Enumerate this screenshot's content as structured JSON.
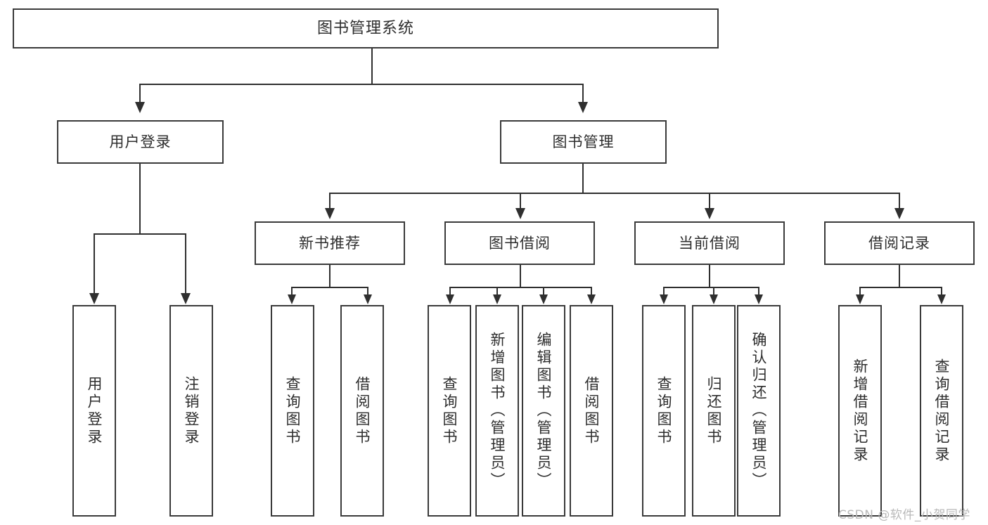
{
  "diagram": {
    "title": "图书管理系统",
    "type": "hierarchy-tree",
    "orientation": "top-down",
    "colors": {
      "box_border": "#3a3a3a",
      "connector": "#2f2f2f",
      "text": "#2d2d2d",
      "background": "#ffffff",
      "watermark": "#b9b9b9"
    },
    "levels": 4
  },
  "root": {
    "label": "图书管理系统"
  },
  "level2": [
    {
      "id": "user-login",
      "label": "用户登录"
    },
    {
      "id": "book-manage",
      "label": "图书管理"
    }
  ],
  "level3": [
    {
      "id": "new-book-recommend",
      "label": "新书推荐",
      "parent": "book-manage"
    },
    {
      "id": "book-borrow",
      "label": "图书借阅",
      "parent": "book-manage"
    },
    {
      "id": "current-borrow",
      "label": "当前借阅",
      "parent": "book-manage"
    },
    {
      "id": "borrow-record",
      "label": "借阅记录",
      "parent": "book-manage"
    }
  ],
  "leaves": {
    "user_login": [
      {
        "id": "leaf-user-login",
        "label": "用户登录"
      },
      {
        "id": "leaf-user-logout",
        "label": "注销登录"
      }
    ],
    "new_book_recommend": [
      {
        "id": "leaf-query-book-1",
        "label": "查询图书"
      },
      {
        "id": "leaf-borrow-book-1",
        "label": "借阅图书"
      }
    ],
    "book_borrow": [
      {
        "id": "leaf-query-book-2",
        "label": "查询图书"
      },
      {
        "id": "leaf-add-book",
        "label": "新增图书（管理员）"
      },
      {
        "id": "leaf-edit-book",
        "label": "编辑图书（管理员）"
      },
      {
        "id": "leaf-borrow-book-2",
        "label": "借阅图书"
      }
    ],
    "current_borrow": [
      {
        "id": "leaf-query-book-3",
        "label": "查询图书"
      },
      {
        "id": "leaf-return-book",
        "label": "归还图书"
      },
      {
        "id": "leaf-confirm-return",
        "label": "确认归还（管理员）"
      }
    ],
    "borrow_record": [
      {
        "id": "leaf-add-record",
        "label": "新增借阅记录"
      },
      {
        "id": "leaf-query-record",
        "label": "查询借阅记录"
      }
    ]
  },
  "watermark": {
    "text": "CSDN @软件_小贺同学"
  }
}
